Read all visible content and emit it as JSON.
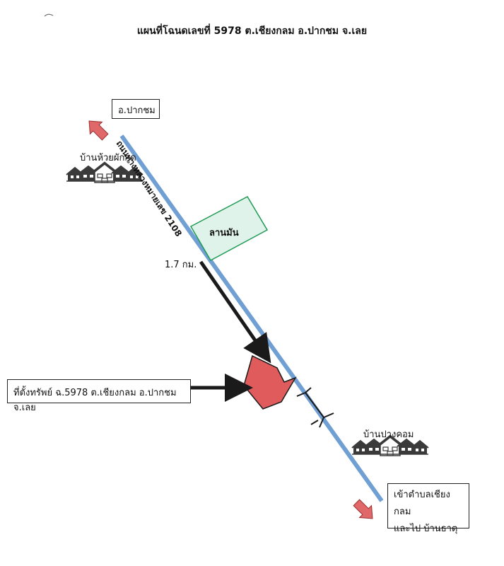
{
  "title": "แผนที่โฉนดเลขที่ 5978 ต.เชียงกลม อ.ปากชม จ.เลย",
  "road_label": "ถนนทางหลวงหมายเลข 2108",
  "places": {
    "north_destination": "อ.ปากชม",
    "village_north": "บ้านห้วยผักกูด",
    "village_south": "บ้านปางคอม",
    "landmark": "ลานมัน",
    "distance": "1.7 กม.",
    "property": "ที่ตั้งทรัพย์ ฉ.5978 ต.เชียงกลม อ.ปากชม จ.เลย",
    "south_destination_line1": "เข้าตำบลเชียงกลม",
    "south_destination_line2": "และไป บ้านธาตุ"
  },
  "colors": {
    "road": "#6f9fd3",
    "landmark_fill": "#dff3ea",
    "landmark_stroke": "#1f9a55",
    "property": "#e05b5b",
    "arrow_dest": "#e06868",
    "house": "#3a3a3a"
  },
  "icons": [
    "house-cluster-icon",
    "arrow-up-left-icon",
    "arrow-down-right-icon",
    "bridge-icon"
  ]
}
